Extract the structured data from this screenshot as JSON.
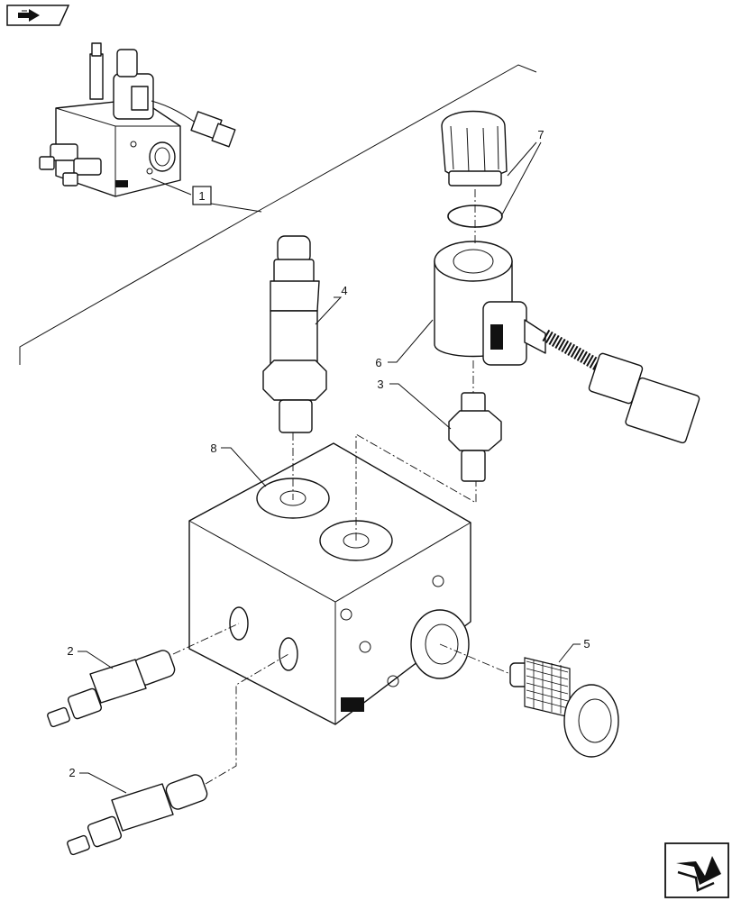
{
  "nav": {
    "top_button_icon": "arrow-right-icon",
    "bottom_button_icon": "arrow-right-icon"
  },
  "callouts": {
    "c1": "1",
    "c2a": "2",
    "c2b": "2",
    "c3": "3",
    "c4": "4",
    "c5": "5",
    "c6": "6",
    "c7": "7",
    "c8": "8"
  },
  "colors": {
    "line": "#111111",
    "background": "#ffffff"
  }
}
